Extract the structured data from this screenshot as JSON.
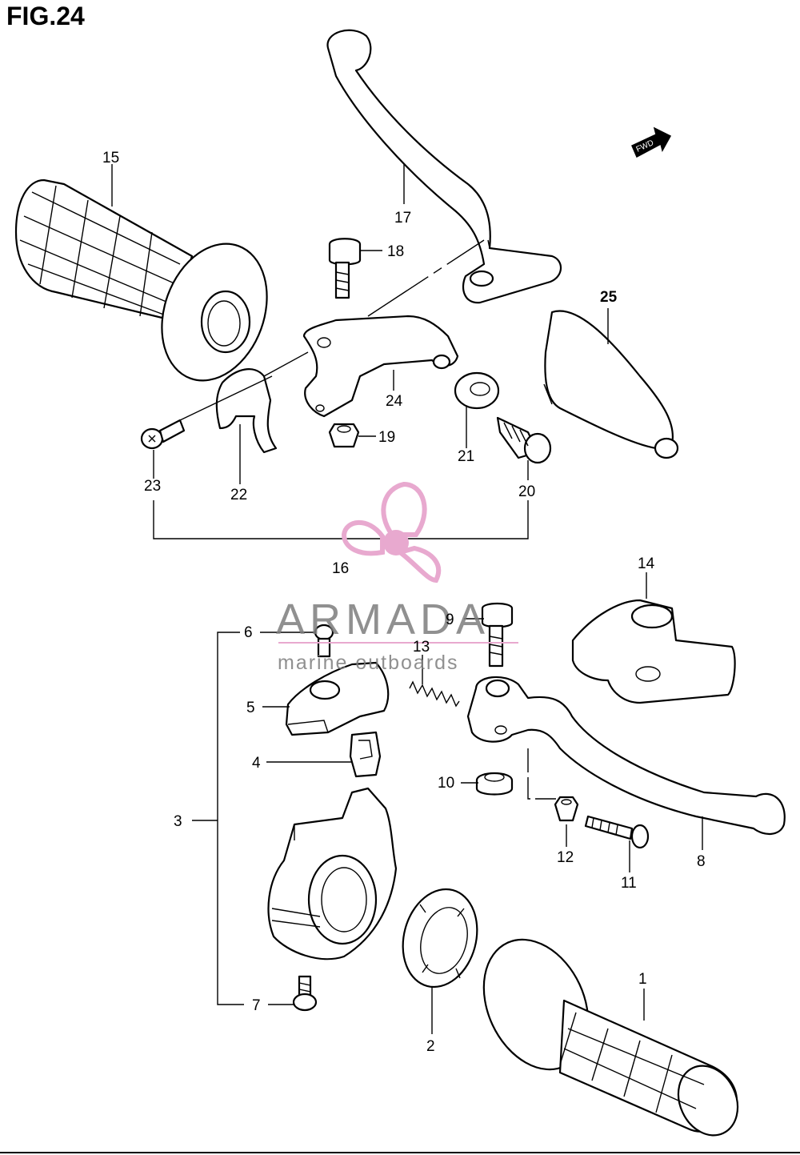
{
  "figure": {
    "title": "FIG.24"
  },
  "direction_badge": {
    "label": "FWD",
    "icon": "forward-arrow-icon"
  },
  "callouts": [
    {
      "id": "1",
      "label": "1"
    },
    {
      "id": "2",
      "label": "2"
    },
    {
      "id": "3",
      "label": "3"
    },
    {
      "id": "4",
      "label": "4"
    },
    {
      "id": "5",
      "label": "5"
    },
    {
      "id": "6",
      "label": "6"
    },
    {
      "id": "7",
      "label": "7"
    },
    {
      "id": "8",
      "label": "8"
    },
    {
      "id": "9",
      "label": "9"
    },
    {
      "id": "10",
      "label": "10"
    },
    {
      "id": "11",
      "label": "11"
    },
    {
      "id": "12",
      "label": "12"
    },
    {
      "id": "13",
      "label": "13"
    },
    {
      "id": "14",
      "label": "14"
    },
    {
      "id": "15",
      "label": "15"
    },
    {
      "id": "16",
      "label": "16"
    },
    {
      "id": "17",
      "label": "17"
    },
    {
      "id": "18",
      "label": "18"
    },
    {
      "id": "19",
      "label": "19"
    },
    {
      "id": "20",
      "label": "20"
    },
    {
      "id": "21",
      "label": "21"
    },
    {
      "id": "22",
      "label": "22"
    },
    {
      "id": "23",
      "label": "23"
    },
    {
      "id": "24",
      "label": "24"
    },
    {
      "id": "25",
      "label": "25"
    }
  ],
  "watermark": {
    "brand": "ARMADA",
    "tagline": "marine outboards",
    "logo_color": "#e8a9cf",
    "icon": "propeller-logo-icon"
  }
}
